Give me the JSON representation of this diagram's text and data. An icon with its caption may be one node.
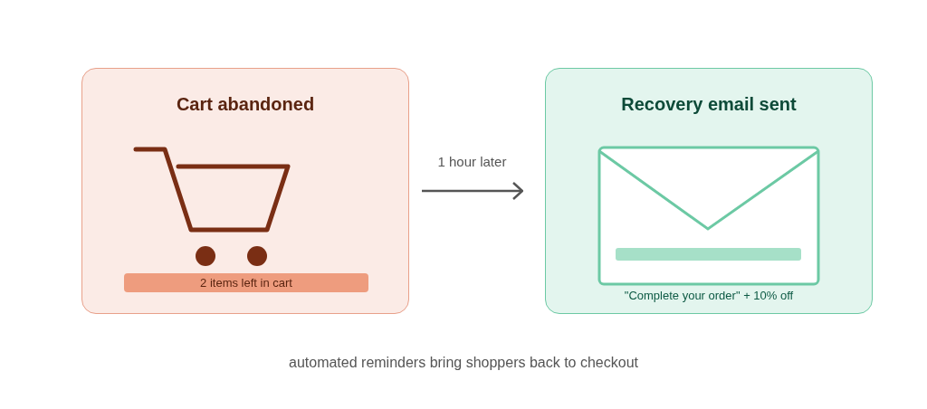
{
  "diagram": {
    "caption": "automated reminders bring shoppers back to checkout",
    "nodes": [
      {
        "text": [
          "Cart abandoned"
        ]
      },
      {
        "text": [
          "2 items left in cart"
        ],
        "in": 0
      },
      {
        "text": [
          "Recovery email sent",
          "\"Complete your order\" + 10% off"
        ]
      }
    ],
    "edges": [
      {
        "from": 0,
        "to": 2,
        "arrow": "to",
        "label": "1 hour later"
      }
    ]
  }
}
